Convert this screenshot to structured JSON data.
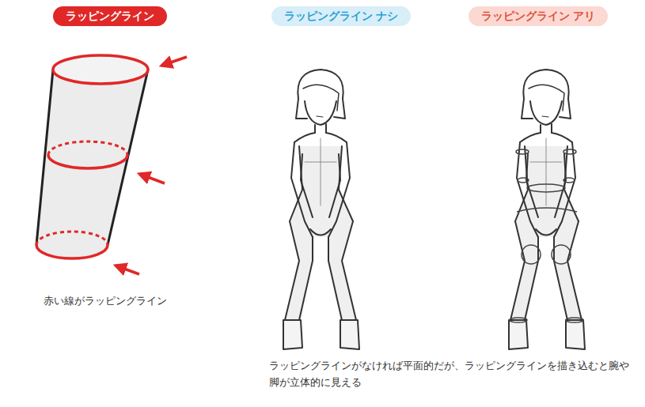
{
  "diagram": {
    "caption": "ラッピングラインがなければ平面的だが、ラッピングラインを描き込むと腕や脚が立体的に見える",
    "nodes": [
      {
        "text": [
          "ラッピングライン"
        ]
      },
      {
        "text": [
          "ラッピングライン ナシ"
        ]
      },
      {
        "text": [
          "ラッピングライン アリ"
        ]
      }
    ],
    "labels": [
      "赤い線がラッピングライン"
    ]
  }
}
